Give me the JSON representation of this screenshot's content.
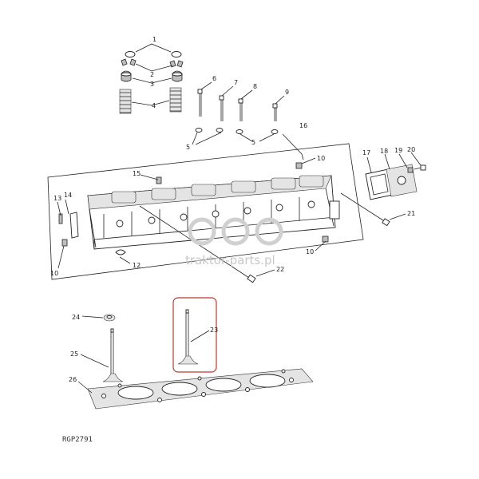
{
  "callouts": {
    "c1": "1",
    "c2": "2",
    "c3": "3",
    "c4": "4",
    "c5a": "5",
    "c5b": "5",
    "c6": "6",
    "c7": "7",
    "c8": "8",
    "c9": "9",
    "c10a": "10",
    "c10b": "10",
    "c10c": "10",
    "c12": "12",
    "c13": "13",
    "c14": "14",
    "c15": "15",
    "c16": "16",
    "c17": "17",
    "c18": "18",
    "c19": "19",
    "c20": "20",
    "c21": "21",
    "c22": "22",
    "c23": "23",
    "c24": "24",
    "c25": "25",
    "c26": "26"
  },
  "watermark": "traktor-parts.pl",
  "reference_code": "RGP2791",
  "colors": {
    "line": "#222222",
    "highlight_box": "#c0392b",
    "watermark": "#c8c8c8"
  }
}
